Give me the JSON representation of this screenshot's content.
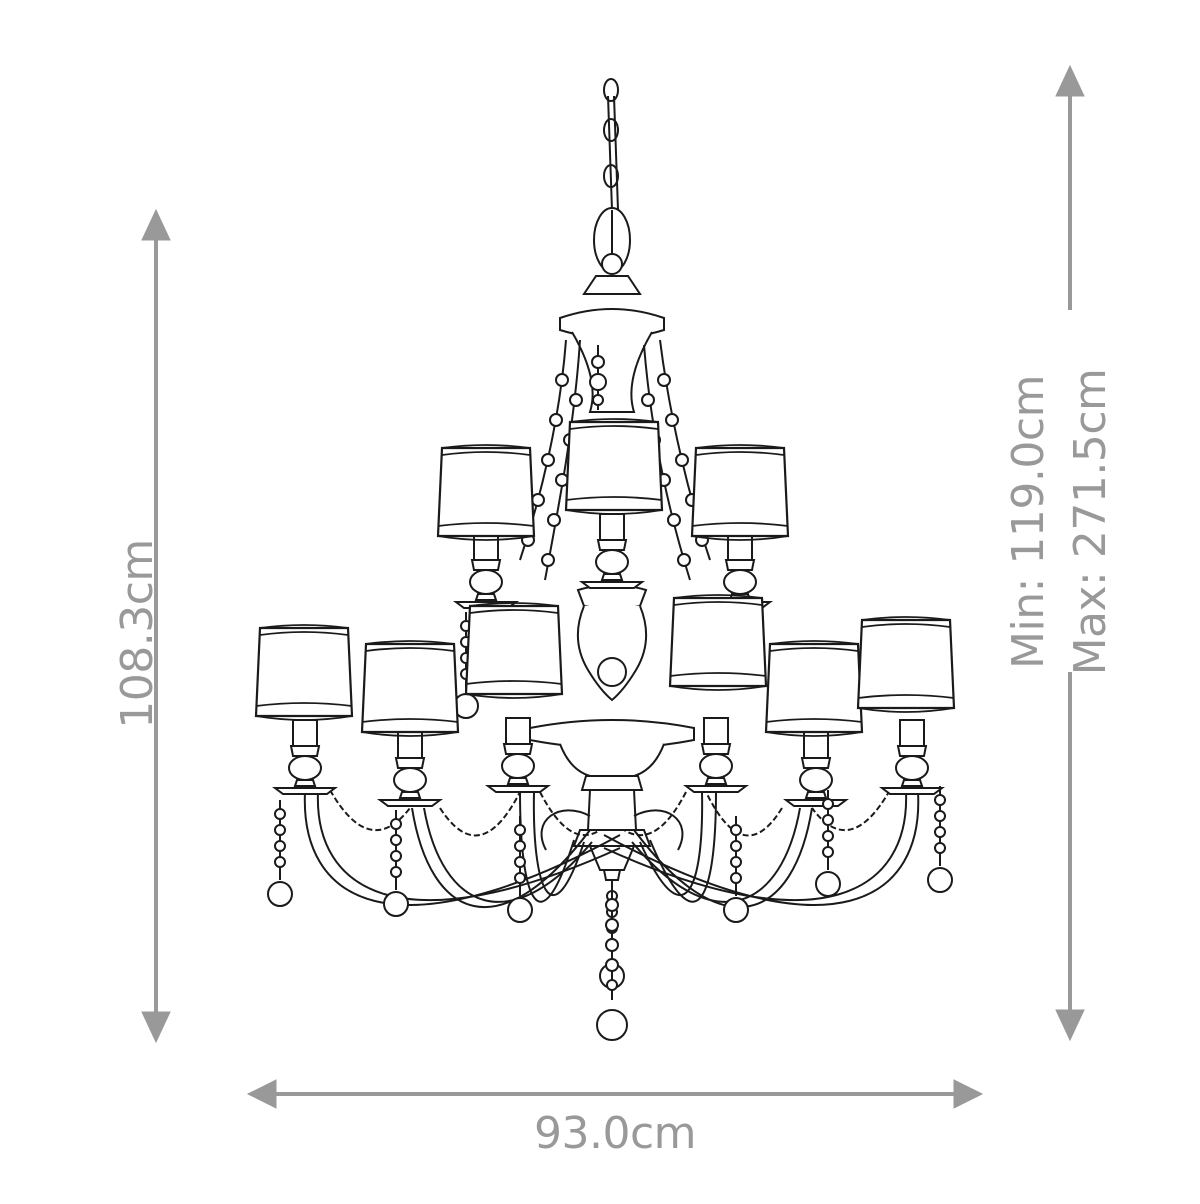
{
  "diagram": {
    "subject": "nine-light chandelier with fabric shades and bead swags",
    "colors": {
      "dimension": "#999999",
      "linework": "#1a1a1a",
      "background": "#ffffff"
    },
    "dimensions": {
      "height": {
        "label": "108.3cm",
        "orientation": "vertical",
        "position": "left"
      },
      "drop": {
        "min_label": "Min: 119.0cm",
        "max_label": "Max: 271.5cm",
        "orientation": "vertical",
        "position": "right"
      },
      "width": {
        "label": "93.0cm",
        "orientation": "horizontal",
        "position": "bottom"
      }
    },
    "parts": {
      "shades_upper_tier": 3,
      "shades_lower_tier": 6,
      "bottom_drop_pendant": 1
    }
  }
}
